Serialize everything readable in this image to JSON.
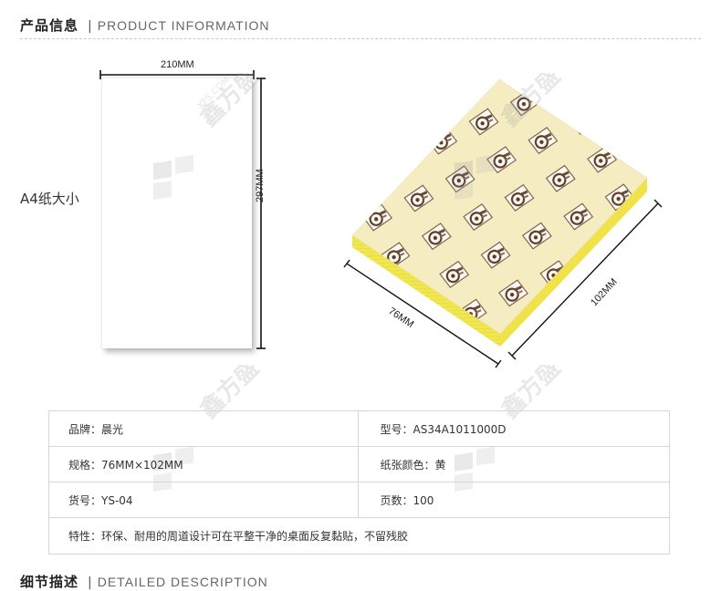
{
  "product_info": {
    "title_cn": "产品信息",
    "separator": "|",
    "title_en": "PRODUCT INFORMATION"
  },
  "a4": {
    "label": "A4纸大小",
    "width_label": "210MM",
    "height_label": "297MM"
  },
  "note": {
    "width_label": "76MM",
    "height_label": "102MM",
    "color": "#f5ecc2",
    "edge_color": "#f0e64f"
  },
  "specs": {
    "rows": [
      {
        "left": "品牌：晨光",
        "right": "型号：AS34A1011000D"
      },
      {
        "left": "规格：76MM×102MM",
        "right": "纸张颜色：黄"
      },
      {
        "left": "货号：YS-04",
        "right": "页数：100"
      }
    ],
    "feature": "特性：环保、耐用的周道设计可在平整干净的桌面反复黏贴，不留残胶"
  },
  "detail": {
    "title_cn": "细节描述",
    "separator": "|",
    "title_en": "DETAILED DESCRIPTION"
  },
  "watermark": {
    "brand": "鑫方盛",
    "domain": "XFS.COM"
  }
}
